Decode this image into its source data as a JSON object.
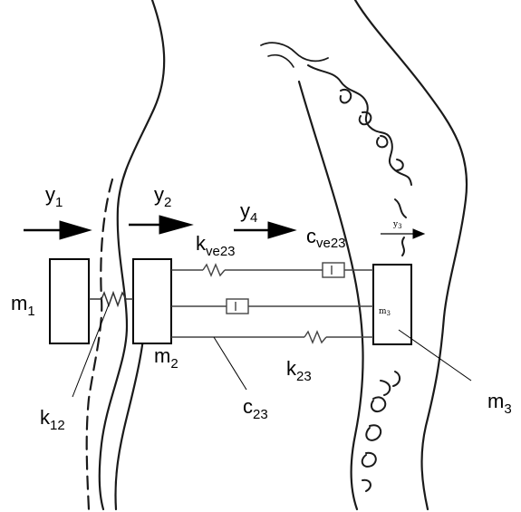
{
  "masses": {
    "m1": {
      "base": "m",
      "sub": "1"
    },
    "m2": {
      "base": "m",
      "sub": "2"
    },
    "m3_box": {
      "base": "m",
      "sub": "3"
    },
    "m3_outside": {
      "base": "m",
      "sub": "3"
    }
  },
  "displacements": {
    "y1": {
      "base": "y",
      "sub": "1"
    },
    "y2": {
      "base": "y",
      "sub": "2"
    },
    "y4": {
      "base": "y",
      "sub": "4"
    },
    "y3_faint": {
      "base": "y",
      "sub": "3"
    }
  },
  "springs": {
    "k12": {
      "base": "k",
      "sub": "12"
    },
    "kve23": {
      "base": "k",
      "sub": "ve23"
    },
    "k23": {
      "base": "k",
      "sub": "23"
    }
  },
  "dampers": {
    "cve23": {
      "base": "c",
      "sub": "ve23"
    },
    "c23": {
      "base": "c",
      "sub": "23"
    }
  },
  "colors": {
    "ink": "#000000",
    "sketch": "#1a1a1a",
    "background": "#ffffff"
  }
}
